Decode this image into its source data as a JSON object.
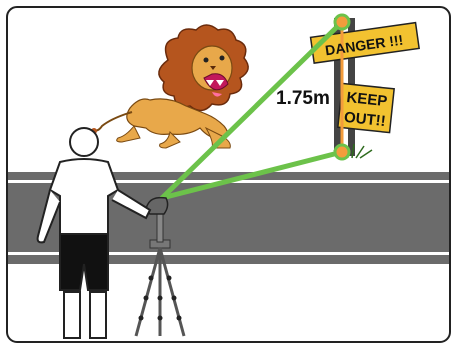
{
  "measurement": {
    "label": "1.75m"
  },
  "signs": {
    "top": "DANGER !!!",
    "bottom_line1": "KEEP",
    "bottom_line2": "OUT!!"
  },
  "colors": {
    "measure_line": "#6cc24a",
    "height_line": "#f39c3c",
    "point_fill": "#f39c3c",
    "point_stroke": "#6cc24a",
    "sign_fill": "#f2c230",
    "road": "#6b6b6b",
    "lion_body": "#e8a84a",
    "lion_mane": "#b5551e"
  },
  "icons": [
    "person-icon",
    "tripod-icon",
    "lion-icon",
    "signpost-icon",
    "grass-icon"
  ]
}
